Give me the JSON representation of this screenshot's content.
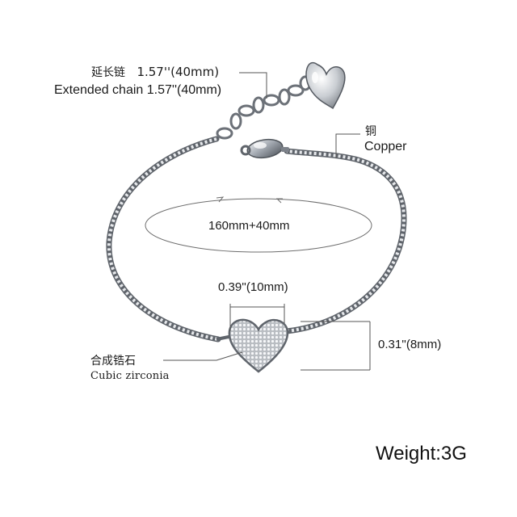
{
  "extended_chain": {
    "cn": "延长链",
    "cn_size": "1.57''(40mm)",
    "en": "Extended chain 1.57''(40mm)"
  },
  "material": {
    "cn": "铜",
    "en": "Copper"
  },
  "size_ring": "160mm+40mm",
  "width_dim": "0.39''(10mm)",
  "height_dim": "0.31''(8mm)",
  "stone": {
    "cn": "合成锆石",
    "en": "Cubic zirconia"
  },
  "weight": "Weight:3G",
  "colors": {
    "metal": "#a9aeb5",
    "metal_dark": "#5f646b",
    "line": "#555555"
  },
  "icons": [
    "heart-pendant-icon",
    "lobster-clasp-icon",
    "cz-heart-charm-icon"
  ]
}
